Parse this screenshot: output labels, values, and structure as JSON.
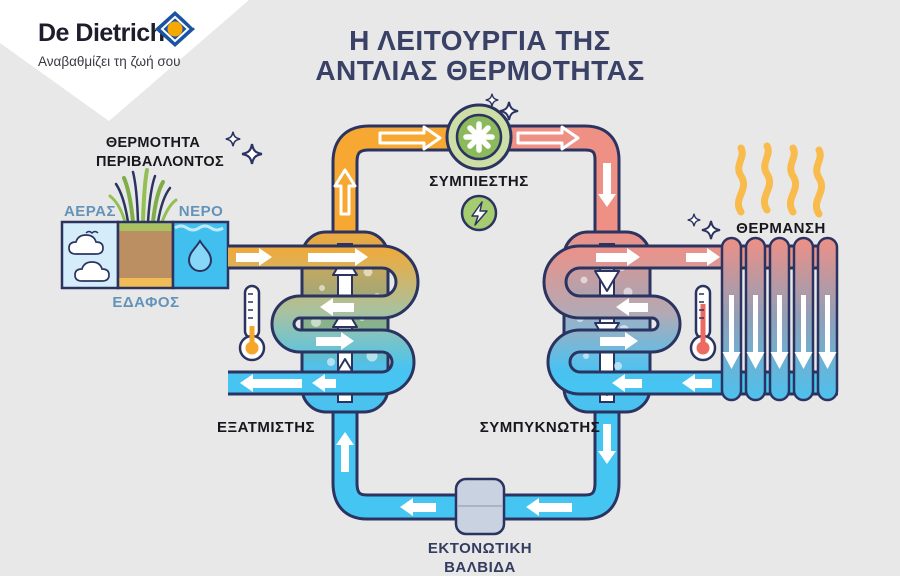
{
  "page": {
    "background_color": "#e8e8e8"
  },
  "brand": {
    "name": "De Dietrich",
    "tagline": "Αναβαθμίζει τη ζωή σου",
    "diamond_blue": "#1a53a0",
    "dot_yellow": "#f6a800"
  },
  "title": {
    "line1": "Η ΛΕΙΤΟΥΡΓΙΑ ΤΗΣ",
    "line2": "ΑΝΤΛΙΑΣ ΘΕΡΜΟΤΗΤΑΣ",
    "color": "#3a4166"
  },
  "diagram": {
    "ambient_heat": {
      "line1": "ΘΕΡΜΟΤΗΤΑ",
      "line2": "ΠΕΡΙΒΑΛΛΟΝΤΟΣ"
    },
    "sources": {
      "air": "ΑΕΡΑΣ",
      "water": "ΝΕΡΟ",
      "ground": "ΕΔΑΦΟΣ"
    },
    "components": {
      "compressor": "ΣΥΜΠΙΕΣΤΗΣ",
      "evaporator": "ΕΞΑΤΜΙΣΤΗΣ",
      "condenser": "ΣΥΜΠΥΚΝΩΤΗΣ",
      "expansion_valve_line1": "ΕΚΤΟΝΩΤΙΚΗ",
      "expansion_valve_line2": "ΒΑΛΒΙΔΑ",
      "heating": "ΘΕΡΜΑΝΣΗ"
    },
    "colors": {
      "hot_pipe_orange": "#f6a832",
      "warm_pipe_red": "#ef9084",
      "cold_pipe_blue": "#45c5f2",
      "outline_navy": "#2b3460",
      "coil_green": "#a8c2a0",
      "coil_mauve": "#b4a9b4",
      "compressor_green": "#8cb95c",
      "source_label_blue": "#6493ba",
      "heat_wave_orange": "#f8bb4c",
      "valve_gray": "#c9d2e0",
      "soil_brown": "#bc8f63",
      "sky_blue": "#d5edfa",
      "water_blue": "#41c0f0"
    }
  }
}
